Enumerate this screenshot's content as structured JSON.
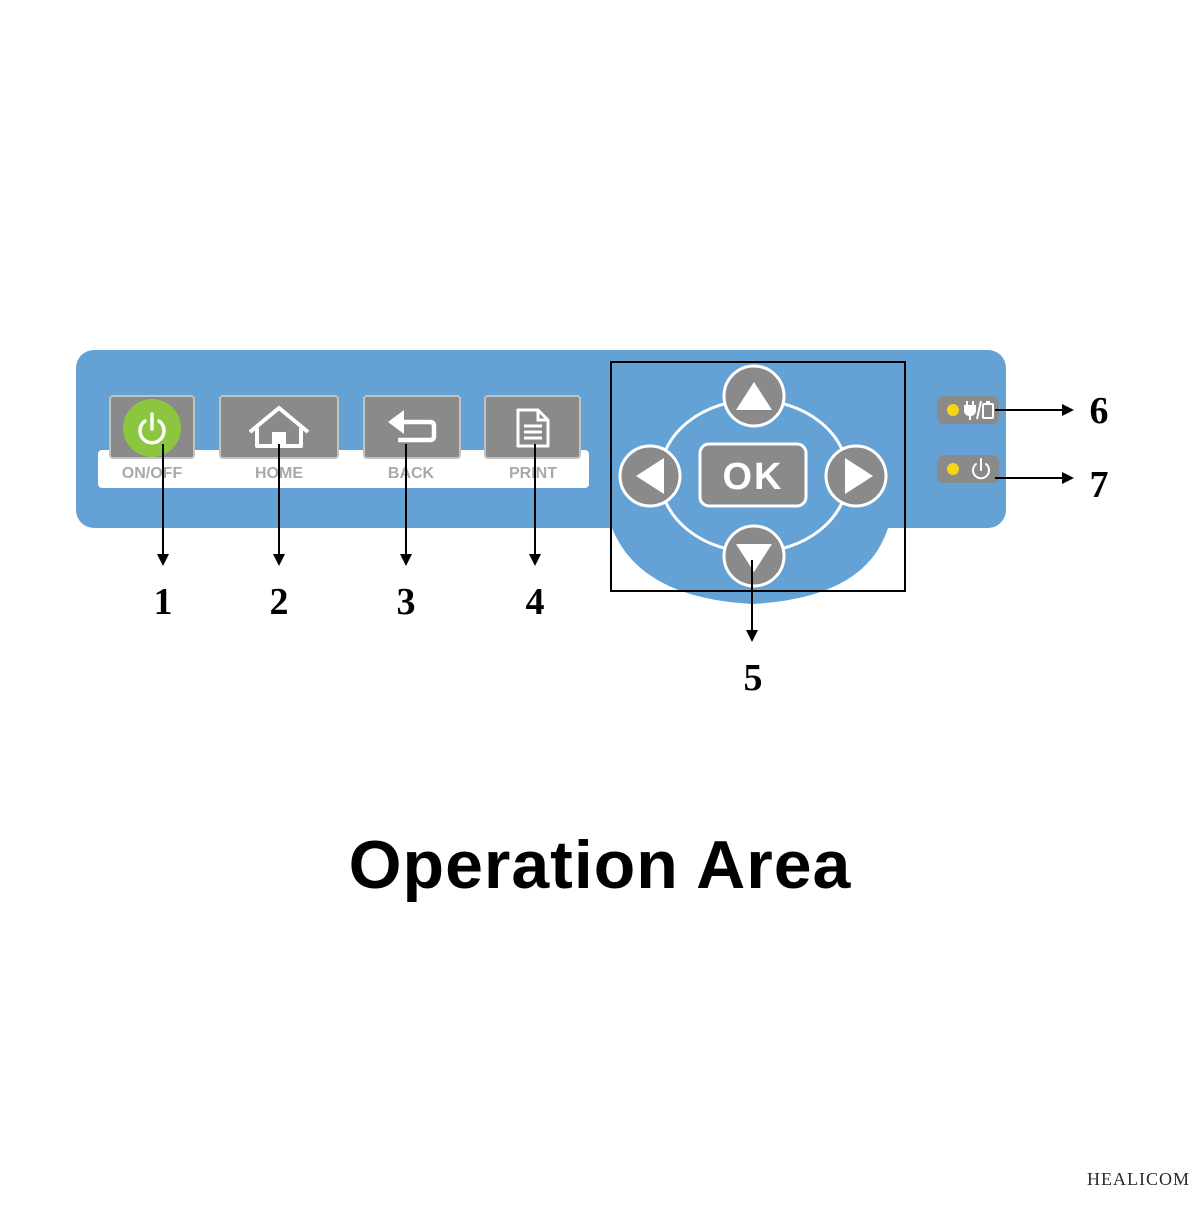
{
  "panel": {
    "buttons": [
      {
        "label": "ON/OFF",
        "icon": "power-icon",
        "color": "#8cc63e"
      },
      {
        "label": "HOME",
        "icon": "home-icon"
      },
      {
        "label": "BACK",
        "icon": "back-arrow-icon"
      },
      {
        "label": "PRINT",
        "icon": "document-icon"
      }
    ],
    "dpad": {
      "ok_label": "OK",
      "icons": [
        "up-arrow-icon",
        "down-arrow-icon",
        "left-arrow-icon",
        "right-arrow-icon"
      ]
    },
    "indicators": [
      {
        "icon": "plug-battery-icon",
        "led_color": "#f7d417"
      },
      {
        "icon": "power-icon",
        "led_color": "#f7d417"
      }
    ],
    "colors": {
      "panel": "#64a2d6",
      "button": "#8a8a8a",
      "label_strip": "#ffffff"
    }
  },
  "callouts": [
    "1",
    "2",
    "3",
    "4",
    "5",
    "6",
    "7"
  ],
  "caption": "Operation Area",
  "watermark": "HEALICOM"
}
